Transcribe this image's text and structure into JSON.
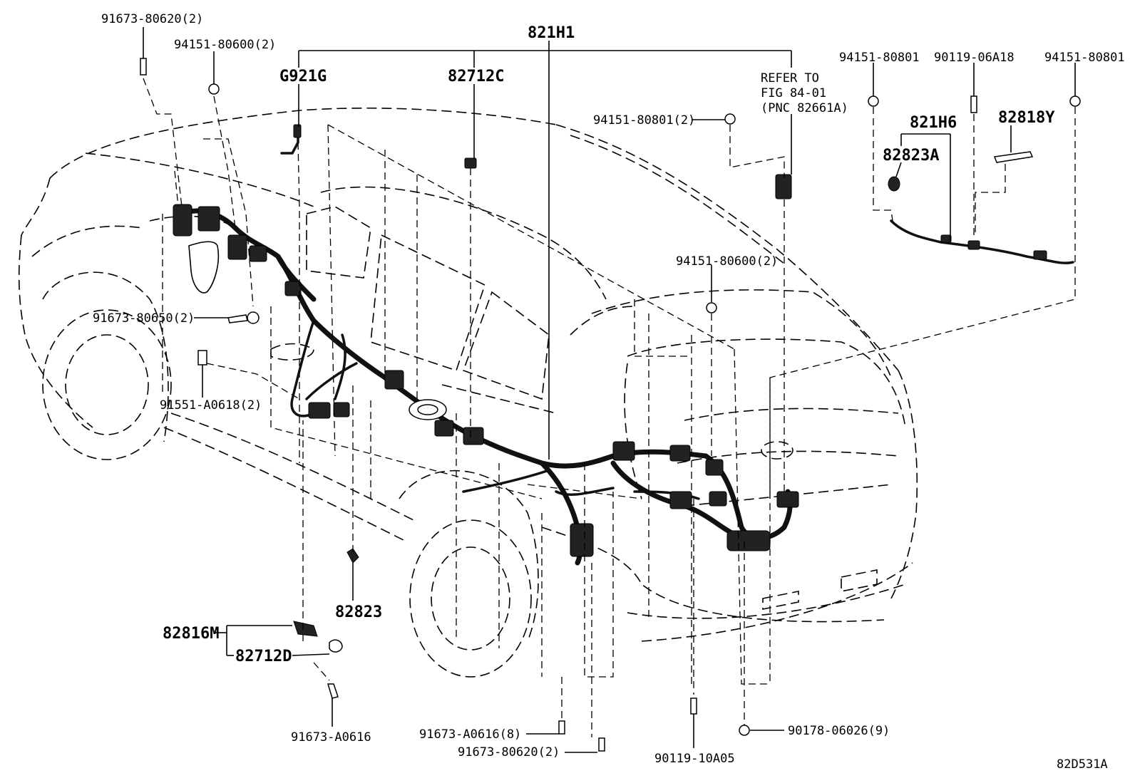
{
  "labels": {
    "p_91673_80620_top": "91673-80620(2)",
    "p_94151_80600_top": "94151-80600(2)",
    "p_821H1": "821H1",
    "p_G921G": "G921G",
    "p_82712C": "82712C",
    "refer_line1": "REFER TO",
    "refer_line2": "FIG 84-01",
    "refer_line3": "(PNC 82661A)",
    "p_94151_80801_2": "94151-80801(2)",
    "p_94151_80801_a": "94151-80801",
    "p_90119_06A18": "90119-06A18",
    "p_94151_80801_b": "94151-80801",
    "p_821H6": "821H6",
    "p_82818Y": "82818Y",
    "p_82823A": "82823A",
    "p_94151_80600_mid": "94151-80600(2)",
    "p_91673_80650": "91673-80650(2)",
    "p_91551_A0618": "91551-A0618(2)",
    "p_82823": "82823",
    "p_82816M": "82816M",
    "p_82712D": "82712D",
    "p_91673_A0616": "91673-A0616",
    "p_91673_A0616_8": "91673-A0616(8)",
    "p_91673_80620_bot": "91673-80620(2)",
    "p_90119_10A05": "90119-10A05",
    "p_90178_06026": "90178-06026(9)",
    "figure_code": "82D531A"
  }
}
